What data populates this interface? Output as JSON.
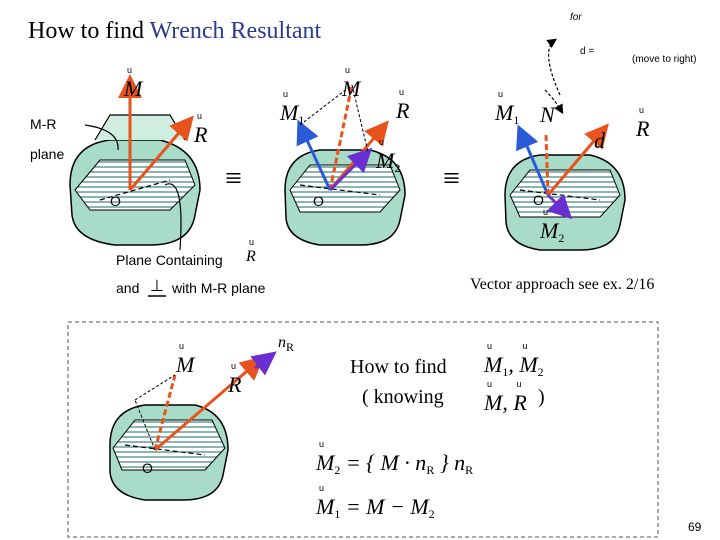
{
  "title": {
    "prefix": "How to find ",
    "highlight": "Wrench Resultant"
  },
  "left_labels": {
    "mr_line1": "M-R",
    "mr_line2": "plane"
  },
  "origin_label": "O",
  "equiv_symbol": "≡",
  "plane_text": {
    "line1": "Plane Containing",
    "and_word": "and",
    "perp_symbol": "⊥",
    "with_text": "with M-R plane"
  },
  "vector_note": "Vector approach see ex. 2/16",
  "top_right_note": {
    "for_text": "for",
    "d_text": "d =",
    "move_text": "(move to right)"
  },
  "how_to_find": {
    "line1": "How to find",
    "line2": "( knowing",
    "close": ")"
  },
  "vectors": {
    "M": "M",
    "R": "R",
    "M1": "M",
    "M2": "M",
    "N": "N",
    "d": "d",
    "one": "1",
    "two": "2",
    "nR": "n",
    "nR_sub": "R"
  },
  "equations": {
    "eq1_lhs": "M",
    "eq1_sub": "2",
    "eq1_rest": "= { M · n",
    "eq1_close": "} n",
    "eq2_lhs": "M",
    "eq2_sub": "1",
    "eq2_rest": "= M − M",
    "eq2_sub2": "2"
  },
  "page_number": "69",
  "colors": {
    "title_highlight": "#2b3a8f",
    "body_fill": "#a8dcc8",
    "orange": "#e8521c",
    "blue": "#2a5bd7",
    "purple": "#6a2fd1",
    "dark_red": "#8b1a1a"
  }
}
